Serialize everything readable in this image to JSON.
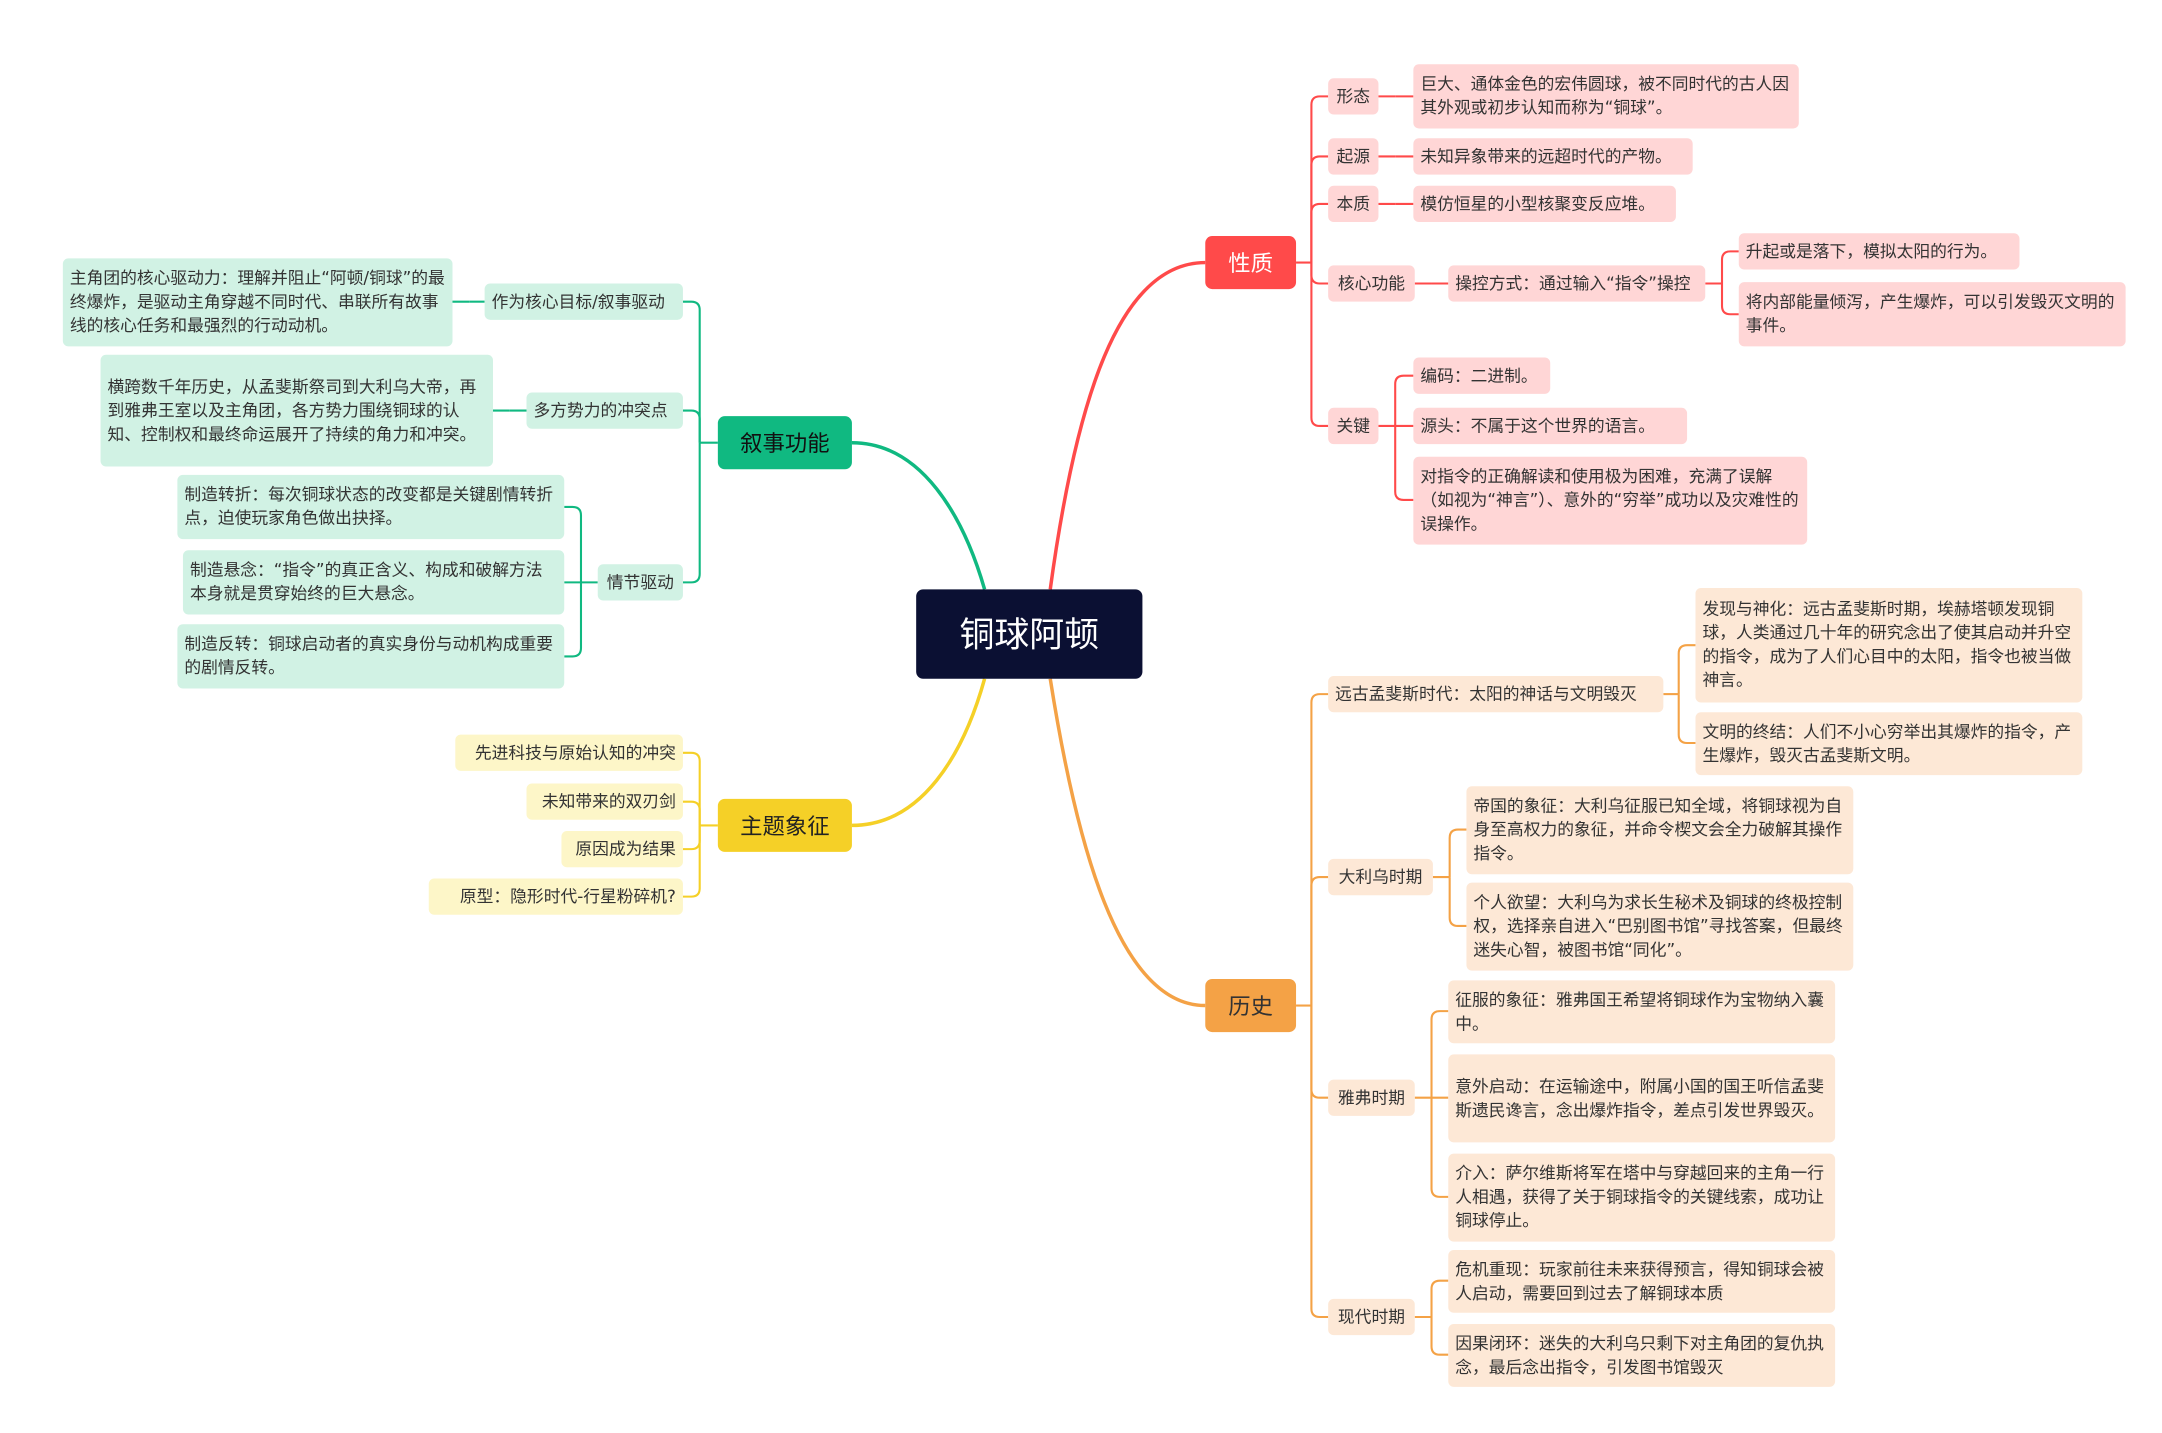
{
  "root": "铜球阿顿",
  "colors": {
    "red": "#ff4a4a",
    "orange": "#f4a246",
    "green": "#10b981",
    "yellow": "#f5d027",
    "root": "#0b1033"
  },
  "nature": {
    "label": "性质",
    "form": {
      "label": "形态",
      "text": "巨大、通体金色的宏伟圆球，被不同时代的古人因其外观或初步认知而称为“铜球”。"
    },
    "origin": {
      "label": "起源",
      "text": "未知异象带来的远超时代的产物。"
    },
    "essence": {
      "label": "本质",
      "text": "模仿恒星的小型核聚变反应堆。"
    },
    "core": {
      "label": "核心功能",
      "method": "操控方式：通过输入“指令”操控",
      "f1": "升起或是落下，模拟太阳的行为。",
      "f2": "将内部能量倾泻，产生爆炸，可以引发毁灭文明的事件。"
    },
    "key": {
      "label": "关键",
      "k1": "编码：二进制。",
      "k2": "源头：不属于这个世界的语言。",
      "k3": "对指令的正确解读和使用极为困难，充满了误解（如视为“神言”）、意外的“穷举”成功以及灾难性的误操作。"
    }
  },
  "history": {
    "label": "历史",
    "era1": {
      "label": "远古孟斐斯时代：太阳的神话与文明毁灭",
      "e1": "发现与神化：远古孟斐斯时期，埃赫塔顿发现铜球，人类通过几十年的研究念出了使其启动并升空的指令，成为了人们心目中的太阳，指令也被当做神言。",
      "e2": "文明的终结：人们不小心穷举出其爆炸的指令，产生爆炸，毁灭古孟斐斯文明。"
    },
    "era2": {
      "label": "大利乌时期",
      "e1": "帝国的象征：大利乌征服已知全域，将铜球视为自身至高权力的象征，并命令楔文会全力破解其操作指令。",
      "e2": "个人欲望：大利乌为求长生秘术及铜球的终极控制权，选择亲自进入“巴别图书馆”寻找答案，但最终迷失心智，被图书馆“同化”。"
    },
    "era3": {
      "label": "雅弗时期",
      "e1": "征服的象征：雅弗国王希望将铜球作为宝物纳入囊中。",
      "e2": "意外启动：在运输途中，附属小国的国王听信孟斐斯遗民谗言，念出爆炸指令，差点引发世界毁灭。",
      "e3": "介入：萨尔维斯将军在塔中与穿越回来的主角一行人相遇，获得了关于铜球指令的关键线索，成功让铜球停止。"
    },
    "era4": {
      "label": "现代时期",
      "e1": "危机重现：玩家前往未来获得预言，得知铜球会被人启动，需要回到过去了解铜球本质",
      "e2": "因果闭环：迷失的大利乌只剩下对主角团的复仇执念，最后念出指令，引发图书馆毁灭"
    }
  },
  "narrative": {
    "label": "叙事功能",
    "goal": {
      "label": "作为核心目标/叙事驱动",
      "text": "主角团的核心驱动力：理解并阻止“阿顿/铜球”的最终爆炸，是驱动主角穿越不同时代、串联所有故事线的核心任务和最强烈的行动动机。"
    },
    "conflict": {
      "label": "多方势力的冲突点",
      "text": " 横跨数千年历史，从孟斐斯祭司到大利乌大帝，再到雅弗王室以及主角团，各方势力围绕铜球的认知、控制权和最终命运展开了持续的角力和冲突。"
    },
    "plot": {
      "label": "情节驱动",
      "p1": "制造转折：每次铜球状态的改变都是关键剧情转折点，迫使玩家角色做出抉择。",
      "p2": "制造悬念：“指令”的真正含义、构成和破解方法本身就是贯穿始终的巨大悬念。",
      "p3": "制造反转：铜球启动者的真实身份与动机构成重要的剧情反转。"
    }
  },
  "theme": {
    "label": "主题象征",
    "t1": "先进科技与原始认知的冲突",
    "t2": "未知带来的双刃剑",
    "t3": "原因成为结果",
    "t4": "原型：隐形时代-行星粉碎机?"
  }
}
